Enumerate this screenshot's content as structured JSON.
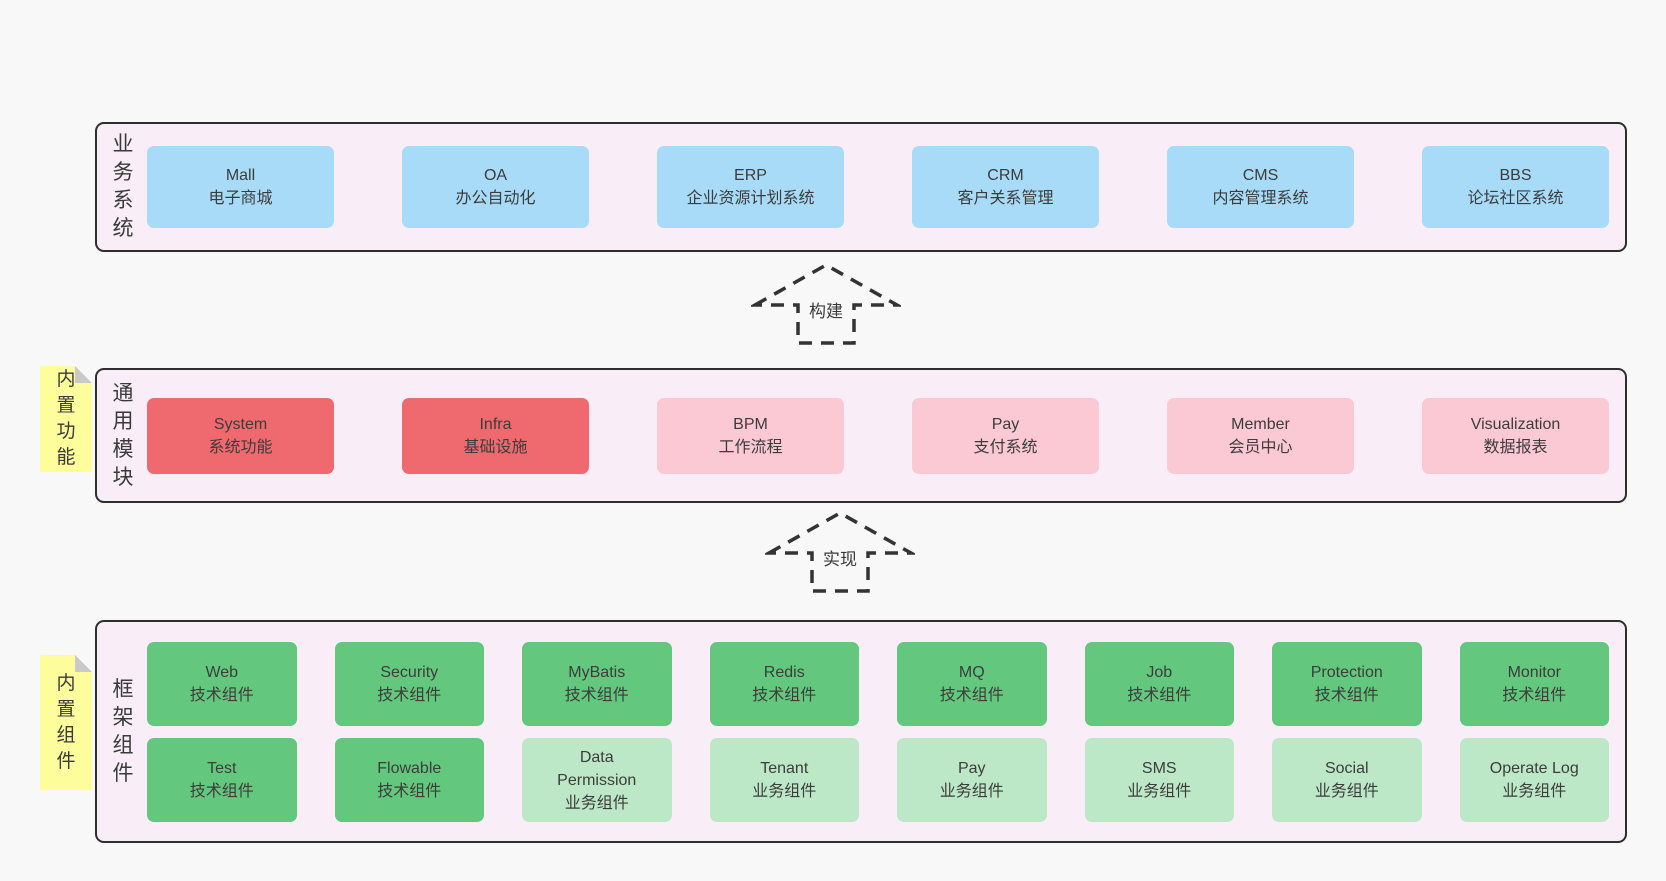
{
  "palette": {
    "page_bg": "#f8f8f8",
    "band_bg": "#f9eef8",
    "band_border": "#2e2e2e",
    "blue_box": "#a8dbf7",
    "red_box": "#ef6a6e",
    "pink_box": "#fbc9d4",
    "green_box": "#63c87d",
    "light_green_box": "#bce8c7",
    "sticky_yellow": "#fdfd9c",
    "sticky_fold": "#c9c9c9",
    "text": "#3c3c3c"
  },
  "arrows": [
    {
      "label": "构建"
    },
    {
      "label": "实现"
    }
  ],
  "bands": [
    {
      "label": "业务系统",
      "boxes": [
        {
          "en": "Mall",
          "zh": "电子商城"
        },
        {
          "en": "OA",
          "zh": "办公自动化"
        },
        {
          "en": "ERP",
          "zh": "企业资源计划系统"
        },
        {
          "en": "CRM",
          "zh": "客户关系管理"
        },
        {
          "en": "CMS",
          "zh": "内容管理系统"
        },
        {
          "en": "BBS",
          "zh": "论坛社区系统"
        }
      ]
    },
    {
      "label": "通用模块",
      "sticky": "内置功能",
      "boxes": [
        {
          "en": "System",
          "zh": "系统功能"
        },
        {
          "en": "Infra",
          "zh": "基础设施"
        },
        {
          "en": "BPM",
          "zh": "工作流程"
        },
        {
          "en": "Pay",
          "zh": "支付系统"
        },
        {
          "en": "Member",
          "zh": "会员中心"
        },
        {
          "en": "Visualization",
          "zh": "数据报表"
        }
      ]
    },
    {
      "label": "框架组件",
      "sticky": "内置组件",
      "rows": [
        [
          {
            "en": "Web",
            "zh": "技术组件"
          },
          {
            "en": "Security",
            "zh": "技术组件"
          },
          {
            "en": "MyBatis",
            "zh": "技术组件"
          },
          {
            "en": "Redis",
            "zh": "技术组件"
          },
          {
            "en": "MQ",
            "zh": "技术组件"
          },
          {
            "en": "Job",
            "zh": "技术组件"
          },
          {
            "en": "Protection",
            "zh": "技术组件"
          },
          {
            "en": "Monitor",
            "zh": "技术组件"
          }
        ],
        [
          {
            "en": "Test",
            "zh": "技术组件"
          },
          {
            "en": "Flowable",
            "zh": "技术组件"
          },
          {
            "en": "Data Permission",
            "zh": "业务组件"
          },
          {
            "en": "Tenant",
            "zh": "业务组件"
          },
          {
            "en": "Pay",
            "zh": "业务组件"
          },
          {
            "en": "SMS",
            "zh": "业务组件"
          },
          {
            "en": "Social",
            "zh": "业务组件"
          },
          {
            "en": "Operate Log",
            "zh": "业务组件"
          }
        ]
      ]
    }
  ]
}
